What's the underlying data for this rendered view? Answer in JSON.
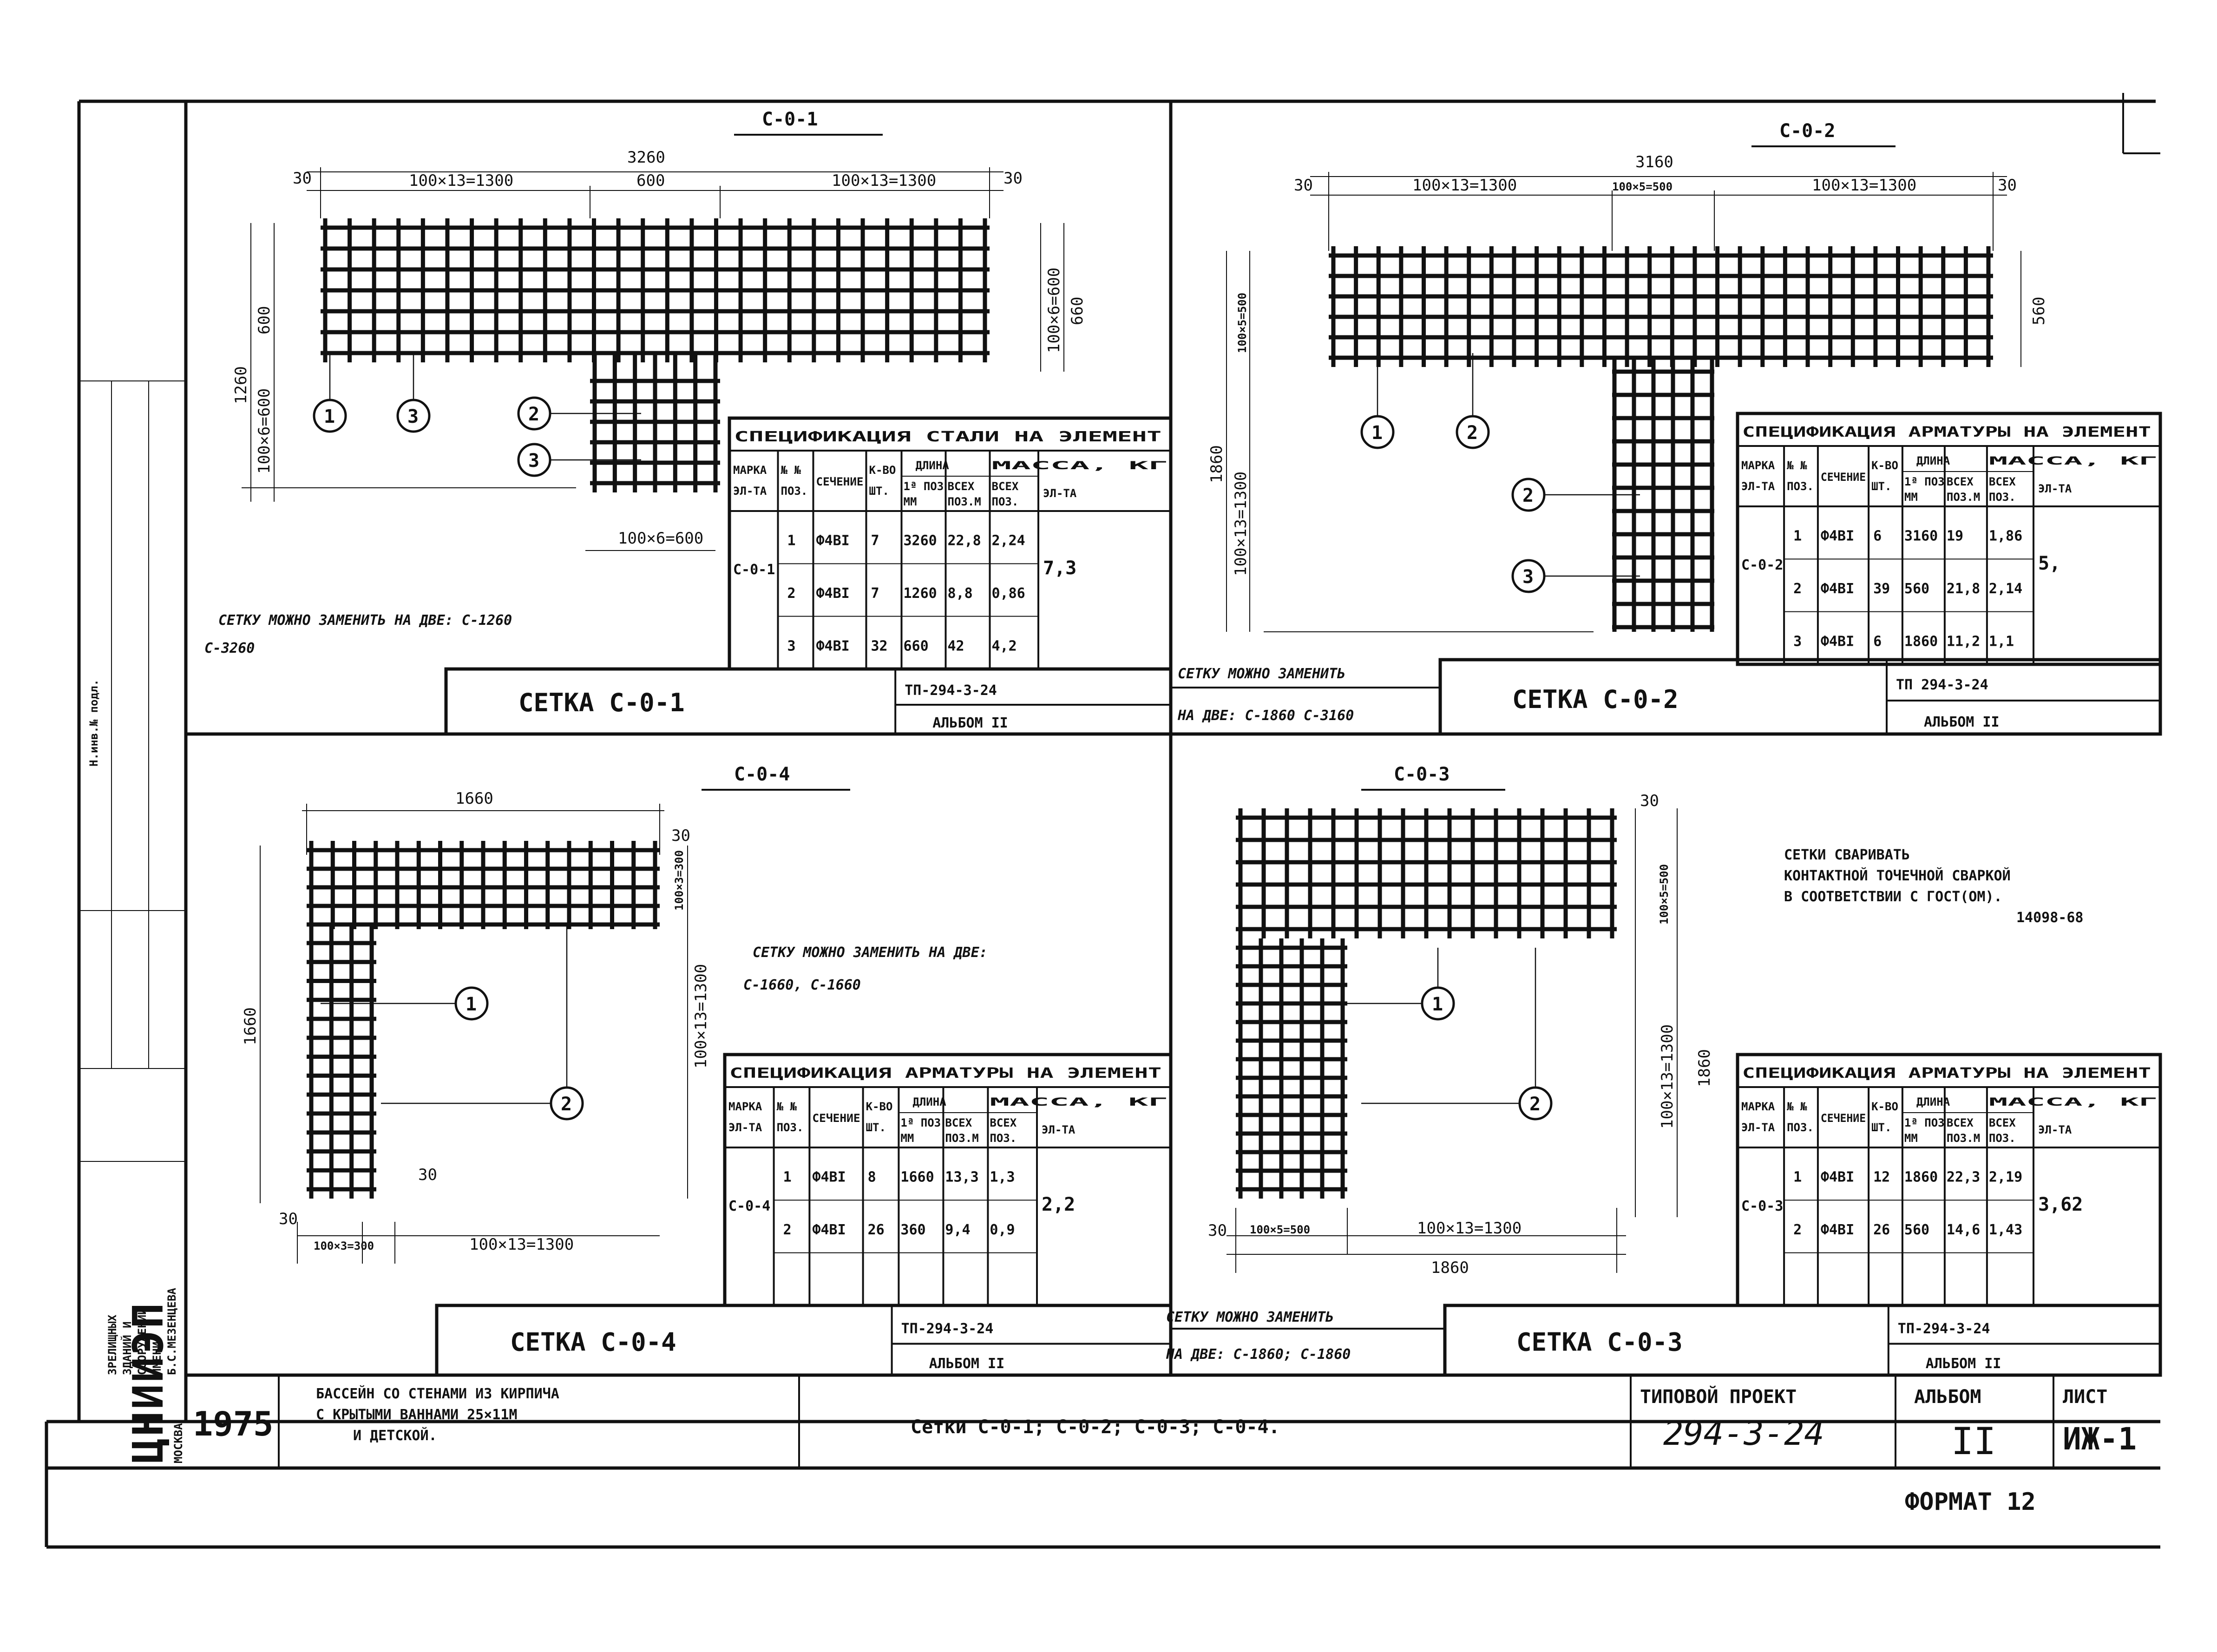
{
  "sheet": {
    "format_label": "ФОРМАТ 12",
    "left_strip": {
      "org_logo": "ЦНИИЭП",
      "org_lines": [
        "ЗРЕЛИЩНЫХ",
        "ЗДАНИЙ И",
        "СООРУЖЕНИЙ",
        "ИМЕНИ",
        "Б.С.МЕЗЕНЦЕВА"
      ],
      "city": "МОСКВА",
      "inv_label": "Н.инв.№ подл."
    },
    "title_block": {
      "year": "1975",
      "project_name": "Бассейн со стенами из кирпича с крытыми ваннами 25×11м и детской.",
      "project_name_lines": [
        "БАССЕЙН СО СТЕНАМИ ИЗ КИРПИЧА",
        "С КРЫТЫМИ ВАННАМИ 25×11М",
        "И ДЕТСКОЙ."
      ],
      "sheet_title": "Сетки С-0-1; С-0-2; С-0-3; С-0-4.",
      "typ_label": "ТИПОВОЙ ПРОЕКТ",
      "typ_number": "294-3-24",
      "album_label": "АЛЬБОМ",
      "album_value": "II",
      "list_label": "ЛИСТ",
      "list_value": "ИЖ-1"
    },
    "note": [
      "СЕТКИ СВАРИВАТЬ",
      "КОНТАКТНОЙ ТОЧЕЧНОЙ СВАРКОЙ",
      "В СООТВЕТСТВИИ С ГОСТ(ОМ).",
      "14098-68"
    ]
  },
  "spec_headers": {
    "mark": [
      "МАРКА",
      "ЭЛ-ТА"
    ],
    "pos": [
      "№ №",
      "ПОЗ."
    ],
    "section": "СЕЧЕНИЕ",
    "qty": [
      "К-ВО",
      "ШТ."
    ],
    "length": "ДЛИНА",
    "length_one": [
      "1ª ПОЗ",
      "ММ"
    ],
    "length_all": [
      "ВСЕХ",
      "ПОЗ.М"
    ],
    "mass": "МАССА, КГ",
    "mass_all": [
      "ВСЕХ",
      "ПОЗ."
    ],
    "mass_el": "ЭЛ-ТА"
  },
  "meshes": [
    {
      "id": "s01",
      "title": "С-0-1",
      "stamp_name": "СЕТКА  С-0-1",
      "stamp_code": "ТП-294-3-24",
      "stamp_album": "АЛЬБОМ II",
      "spec_title": "СПЕЦИФИКАЦИЯ СТАЛИ НА ЭЛЕМЕНТ",
      "mark": "С-0-1",
      "mass_total": "7,3",
      "rows": [
        {
          "pos": "1",
          "section": "Ф4ВI",
          "qty": "7",
          "len": "3260",
          "len_all": "22,8",
          "mass": "2,24"
        },
        {
          "pos": "2",
          "section": "Ф4ВI",
          "qty": "7",
          "len": "1260",
          "len_all": "8,8",
          "mass": "0,86"
        },
        {
          "pos": "3",
          "section": "Ф4ВI",
          "qty": "32",
          "len": "660",
          "len_all": "42",
          "mass": "4,2"
        }
      ],
      "replace_note": [
        "СЕТКУ МОЖНО ЗАМЕНИТЬ НА ДВЕ: С-1260",
        "С-3260"
      ],
      "dims": {
        "overall_w": "3260",
        "seg_left": "100×13=1300",
        "seg_mid": "600",
        "seg_right": "100×13=1300",
        "edge": "30",
        "overall_h": "1260",
        "h_top": "600",
        "h_left": "100×6=600",
        "h_right": "100×6=600",
        "h_right_total": "660",
        "stem_w": "100×6=600"
      },
      "callouts": [
        "1",
        "3",
        "2",
        "3"
      ]
    },
    {
      "id": "s02",
      "title": "С-0-2",
      "stamp_name": "СЕТКА  С-0-2",
      "stamp_code": "ТП 294-3-24",
      "stamp_album": "АЛЬБОМ II",
      "spec_title": "СПЕЦИФИКАЦИЯ АРМАТУРЫ НА ЭЛЕМЕНТ",
      "mark": "С-0-2",
      "mass_total": "5,",
      "rows": [
        {
          "pos": "1",
          "section": "Ф4ВI",
          "qty": "6",
          "len": "3160",
          "len_all": "19",
          "mass": "1,86"
        },
        {
          "pos": "2",
          "section": "Ф4ВI",
          "qty": "39",
          "len": "560",
          "len_all": "21,8",
          "mass": "2,14"
        },
        {
          "pos": "3",
          "section": "Ф4ВI",
          "qty": "6",
          "len": "1860",
          "len_all": "11,2",
          "mass": "1,1"
        }
      ],
      "replace_note": [
        "СЕТКУ МОЖНО ЗАМЕНИТЬ",
        "НА ДВЕ: С-1860  С-3160"
      ],
      "dims": {
        "overall_w": "3160",
        "seg_left": "100×13=1300",
        "seg_mid": "100×5=500",
        "seg_right": "100×13=1300",
        "edge": "30",
        "overall_h": "1860",
        "h_top": "100×5=500",
        "h_left": "100×13=1300",
        "h_right": "560"
      },
      "callouts": [
        "1",
        "2",
        "2",
        "3"
      ]
    },
    {
      "id": "s04",
      "title": "С-0-4",
      "stamp_name": "СЕТКА  С-0-4",
      "stamp_code": "ТП-294-3-24",
      "stamp_album": "АЛЬБОМ II",
      "spec_title": "СПЕЦИФИКАЦИЯ АРМАТУРЫ НА ЭЛЕМЕНТ",
      "mark": "С-0-4",
      "mass_total": "2,2",
      "rows": [
        {
          "pos": "1",
          "section": "Ф4ВI",
          "qty": "8",
          "len": "1660",
          "len_all": "13,3",
          "mass": "1,3"
        },
        {
          "pos": "2",
          "section": "Ф4ВI",
          "qty": "26",
          "len": "360",
          "len_all": "9,4",
          "mass": "0,9"
        }
      ],
      "replace_note": [
        "СЕТКУ МОЖНО ЗАМЕНИТЬ НА ДВЕ:",
        "С-1660, С-1660"
      ],
      "dims": {
        "overall_w": "1660",
        "overall_h": "1660",
        "edge": "30",
        "h_top": "100×3=300",
        "h_right": "100×13=1300",
        "seg_left": "100×3=300",
        "seg_bottom": "100×13=1300"
      },
      "callouts": [
        "1",
        "2"
      ]
    },
    {
      "id": "s03",
      "title": "С-0-3",
      "stamp_name": "СЕТКА  С-0-3",
      "stamp_code": "ТП-294-3-24",
      "stamp_album": "АЛЬБОМ II",
      "spec_title": "СПЕЦИФИКАЦИЯ АРМАТУРЫ НА ЭЛЕМЕНТ",
      "mark": "С-0-3",
      "mass_total": "3,62",
      "rows": [
        {
          "pos": "1",
          "section": "Ф4ВI",
          "qty": "12",
          "len": "1860",
          "len_all": "22,3",
          "mass": "2,19"
        },
        {
          "pos": "2",
          "section": "Ф4ВI",
          "qty": "26",
          "len": "560",
          "len_all": "14,6",
          "mass": "1,43"
        }
      ],
      "replace_note": [
        "СЕТКУ МОЖНО ЗАМЕНИТЬ",
        "НА ДВЕ: С-1860; С-1860"
      ],
      "dims": {
        "overall_w": "1860",
        "overall_h": "1860",
        "edge": "30",
        "h_top": "100×5=500",
        "h_right": "100×13=1300",
        "seg_left": "100×5=500",
        "seg_bottom": "100×13=1300"
      },
      "callouts": [
        "1",
        "2"
      ]
    }
  ]
}
